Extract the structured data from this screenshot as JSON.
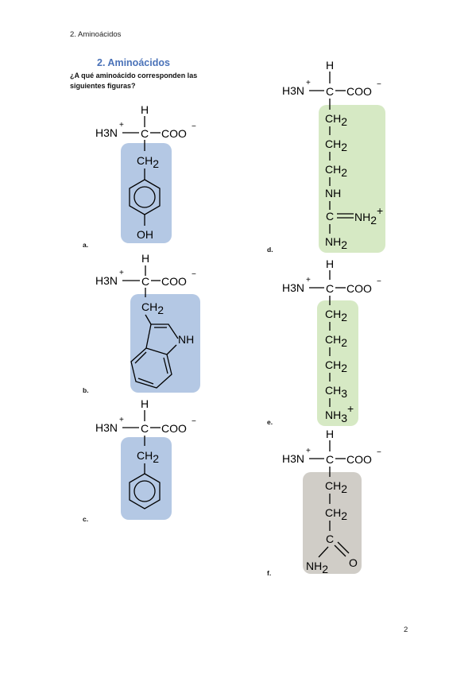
{
  "page": {
    "header": "2. Aminoácidos",
    "section_title": "2.  Aminoácidos",
    "question": "¿A qué aminoácido corresponden las siguientes figuras?",
    "page_number": "2"
  },
  "figures": [
    {
      "caption": "a.",
      "side_chain": [
        "CH2",
        "benzene-ring",
        "OH"
      ],
      "highlight_color": "#b4c8e4"
    },
    {
      "caption": "b.",
      "side_chain": [
        "CH2",
        "indole-ring",
        "NH"
      ],
      "highlight_color": "#b4c8e4"
    },
    {
      "caption": "c.",
      "side_chain": [
        "CH2",
        "benzene-ring"
      ],
      "highlight_color": "#b4c8e4"
    },
    {
      "caption": "d.",
      "side_chain": [
        "CH2",
        "CH2",
        "CH2",
        "NH",
        "C",
        "NH2+",
        "NH2"
      ],
      "highlight_color": "#d6e9c4"
    },
    {
      "caption": "e.",
      "side_chain": [
        "CH2",
        "CH2",
        "CH2",
        "CH3",
        "NH3+"
      ],
      "highlight_color": "#d6e9c4"
    },
    {
      "caption": "f.",
      "side_chain": [
        "CH2",
        "CH2",
        "C",
        "O",
        "NH2"
      ],
      "highlight_color": "#d0cdc7"
    }
  ],
  "backbone": {
    "h": "H",
    "amine": "H3N",
    "plus": "+",
    "alpha_c": "C",
    "carboxyl": "COO",
    "minus": "−"
  },
  "labels": {
    "ch2": "CH",
    "ch3": "CH",
    "sub2": "2",
    "sub3": "3",
    "nh": "NH",
    "oh": "OH",
    "nh2": "NH",
    "c": "C",
    "o": "O",
    "plus": "+"
  }
}
